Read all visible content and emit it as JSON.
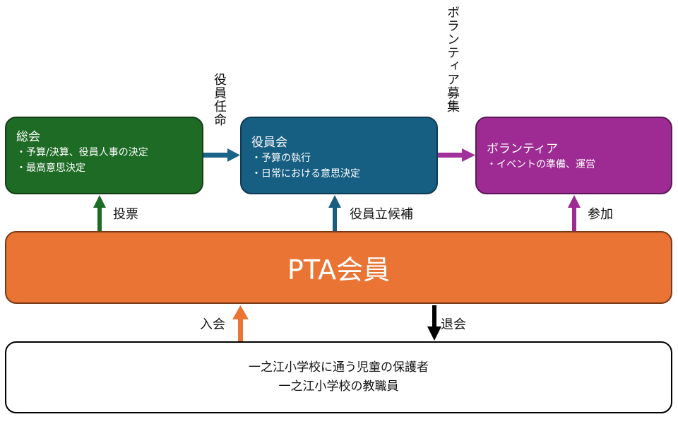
{
  "diagram": {
    "nodes": {
      "soukai": {
        "title": "総会",
        "items": [
          "・予算/決算、役員人事の決定",
          "・最高意思決定"
        ]
      },
      "yakuinkai": {
        "title": "役員会",
        "items": [
          "・予算の執行",
          "・日常における意思決定"
        ]
      },
      "volunteer": {
        "title": "ボランティア",
        "items": [
          "・イベントの準備、運営"
        ]
      },
      "pta": {
        "title": "PTA会員"
      },
      "source": {
        "lines": [
          "一之江小学校に通う児童の保護者",
          "一之江小学校の教職員"
        ]
      }
    },
    "edges": {
      "appoint": {
        "label": "役員任命",
        "from": "総会",
        "to": "役員会",
        "color": "#1a6487"
      },
      "recruit": {
        "label": "ボランティア募集",
        "from": "役員会",
        "to": "ボランティア",
        "color": "#a0309a"
      },
      "vote": {
        "label": "投票",
        "from": "PTA会員",
        "to": "総会",
        "color": "#1e6b26"
      },
      "candidacy": {
        "label": "役員立候補",
        "from": "PTA会員",
        "to": "役員会",
        "color": "#175e83"
      },
      "participate": {
        "label": "参加",
        "from": "PTA会員",
        "to": "ボランティア",
        "color": "#9e2b93"
      },
      "join": {
        "label": "入会",
        "from": "保護者・教職員",
        "to": "PTA会員",
        "color": "#ea7434"
      },
      "leave": {
        "label": "退会",
        "from": "PTA会員",
        "to": "保護者・教職員",
        "color": "#000000"
      }
    }
  }
}
